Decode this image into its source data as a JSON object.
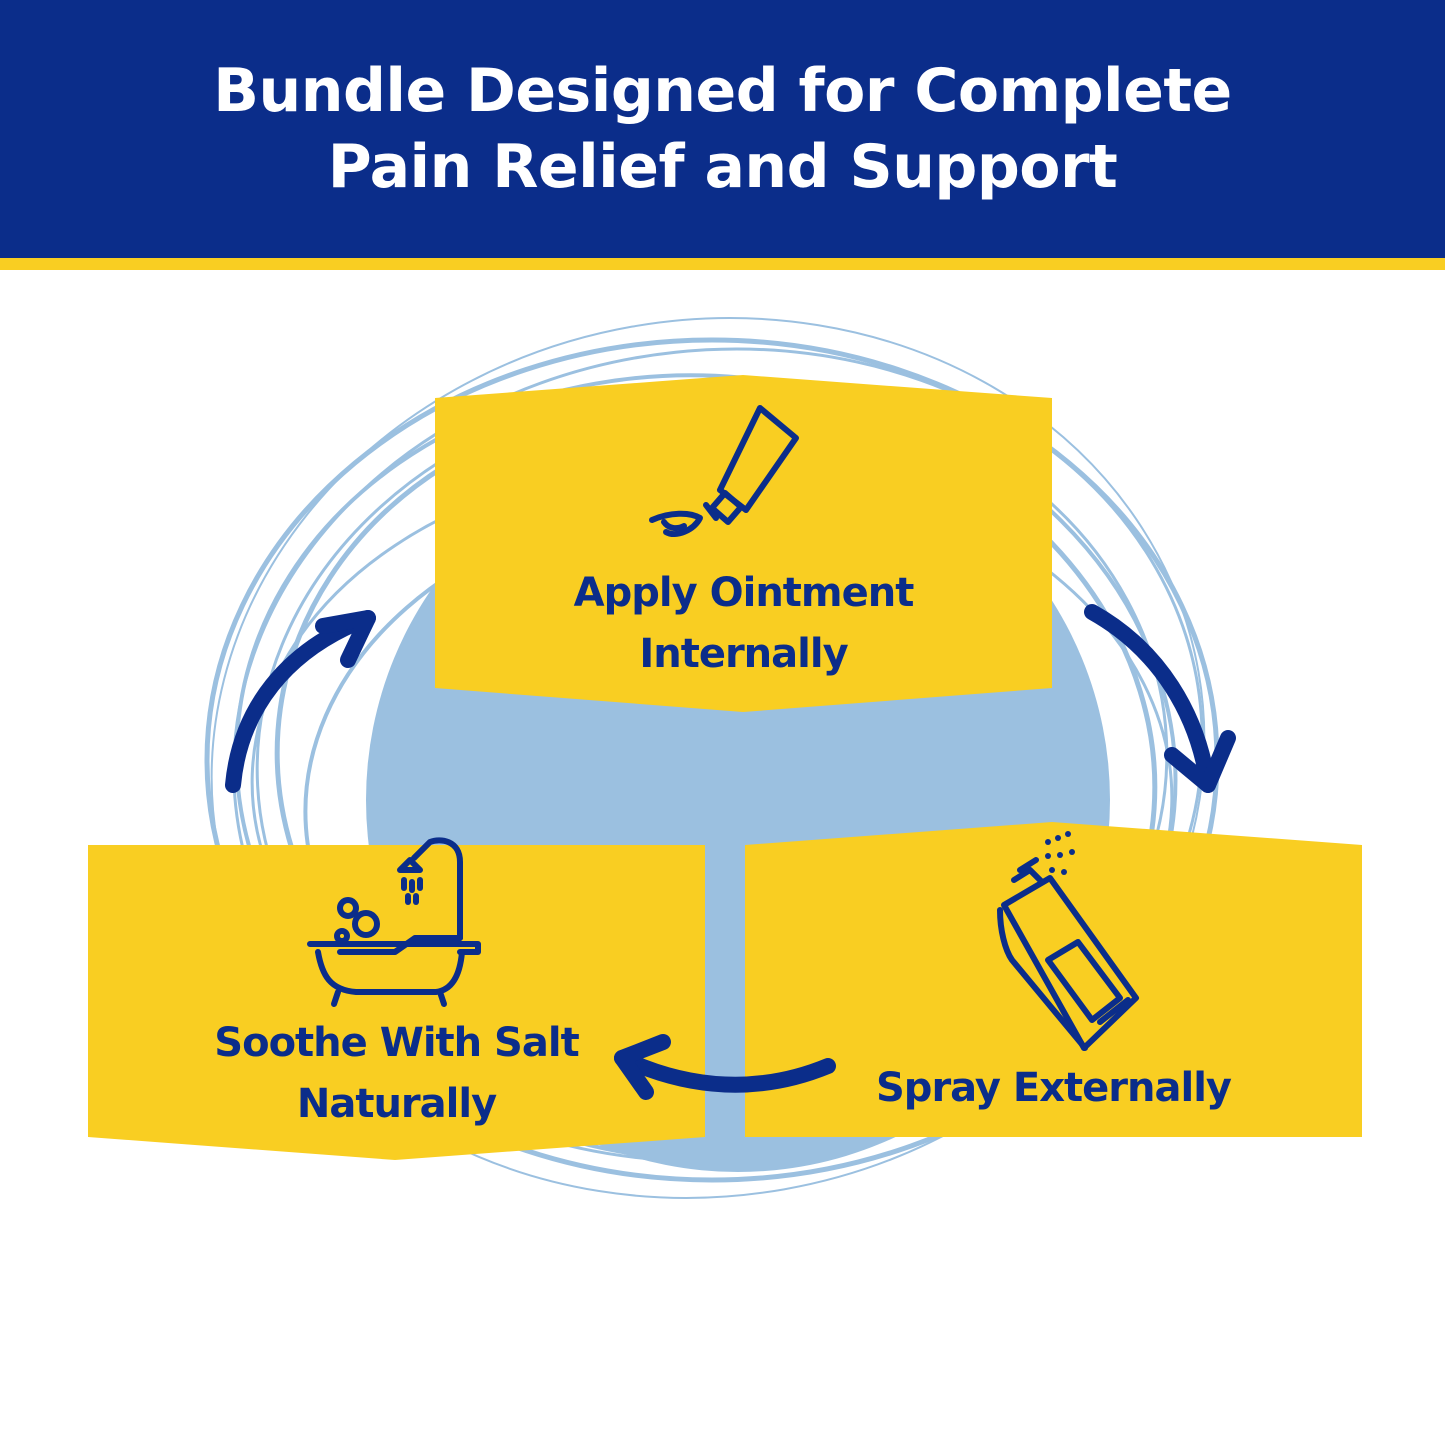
{
  "header": {
    "title_line1": "Bundle Designed for Complete",
    "title_line2": "Pain Relief and Support"
  },
  "colors": {
    "header_bg": "#0b2d8a",
    "accent_yellow": "#f9ce22",
    "circle_blue": "#9bc0e0",
    "text_navy": "#0b2d8a"
  },
  "steps": {
    "ointment": {
      "line1": "Apply Ointment",
      "line2": "Internally",
      "icon": "ointment-tube-icon"
    },
    "spray": {
      "line1": "Spray Externally",
      "icon": "spray-can-icon"
    },
    "bath": {
      "line1": "Soothe With Salt",
      "line2": "Naturally",
      "icon": "bathtub-shower-icon"
    }
  }
}
